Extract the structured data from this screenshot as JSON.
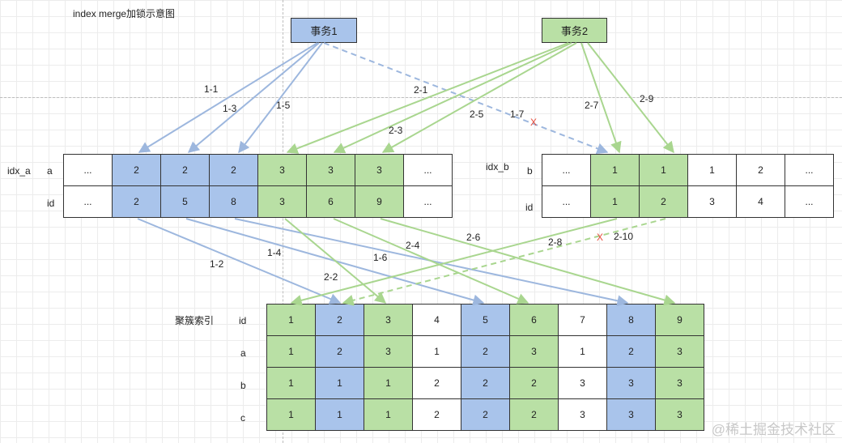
{
  "title": "index merge加锁示意图",
  "tx1": {
    "label": "事务1",
    "color": "#a9c4eb"
  },
  "tx2": {
    "label": "事务2",
    "color": "#b9e0a5"
  },
  "idx_a": {
    "name": "idx_a",
    "row_labels": [
      "a",
      "id"
    ],
    "rows": [
      [
        {
          "v": "...",
          "c": "white"
        },
        {
          "v": "2",
          "c": "blue"
        },
        {
          "v": "2",
          "c": "blue"
        },
        {
          "v": "2",
          "c": "blue"
        },
        {
          "v": "3",
          "c": "green"
        },
        {
          "v": "3",
          "c": "green"
        },
        {
          "v": "3",
          "c": "green"
        },
        {
          "v": "...",
          "c": "white"
        }
      ],
      [
        {
          "v": "...",
          "c": "white"
        },
        {
          "v": "2",
          "c": "blue"
        },
        {
          "v": "5",
          "c": "blue"
        },
        {
          "v": "8",
          "c": "blue"
        },
        {
          "v": "3",
          "c": "green"
        },
        {
          "v": "6",
          "c": "green"
        },
        {
          "v": "9",
          "c": "green"
        },
        {
          "v": "...",
          "c": "white"
        }
      ]
    ]
  },
  "idx_b": {
    "name": "idx_b",
    "row_labels": [
      "b",
      "id"
    ],
    "rows": [
      [
        {
          "v": "...",
          "c": "white"
        },
        {
          "v": "1",
          "c": "green"
        },
        {
          "v": "1",
          "c": "green"
        },
        {
          "v": "1",
          "c": "white"
        },
        {
          "v": "2",
          "c": "white"
        },
        {
          "v": "...",
          "c": "white"
        }
      ],
      [
        {
          "v": "...",
          "c": "white"
        },
        {
          "v": "1",
          "c": "green"
        },
        {
          "v": "2",
          "c": "green"
        },
        {
          "v": "3",
          "c": "white"
        },
        {
          "v": "4",
          "c": "white"
        },
        {
          "v": "...",
          "c": "white"
        }
      ]
    ]
  },
  "clustered": {
    "name": "聚簇索引",
    "row_labels": [
      "id",
      "a",
      "b",
      "c"
    ],
    "col_colors": [
      "green",
      "blue",
      "green",
      "white",
      "blue",
      "green",
      "white",
      "blue",
      "green"
    ],
    "rows": [
      [
        "1",
        "2",
        "3",
        "4",
        "5",
        "6",
        "7",
        "8",
        "9"
      ],
      [
        "1",
        "2",
        "3",
        "1",
        "2",
        "3",
        "1",
        "2",
        "3"
      ],
      [
        "1",
        "1",
        "1",
        "2",
        "2",
        "2",
        "3",
        "3",
        "3"
      ],
      [
        "1",
        "1",
        "1",
        "2",
        "2",
        "2",
        "3",
        "3",
        "3"
      ]
    ]
  },
  "edge_labels": {
    "e1_1": "1-1",
    "e1_3": "1-3",
    "e1_5": "1-5",
    "e1_7": "1-7",
    "e1_2": "1-2",
    "e1_4": "1-4",
    "e1_6": "1-6",
    "e2_1": "2-1",
    "e2_3": "2-3",
    "e2_5": "2-5",
    "e2_7": "2-7",
    "e2_9": "2-9",
    "e2_2": "2-2",
    "e2_4": "2-4",
    "e2_6": "2-6",
    "e2_8": "2-8",
    "e2_10": "2-10"
  },
  "blocked_mark": "X",
  "watermark": "@稀土掘金技术社区",
  "colors": {
    "blue_line": "#9db7de",
    "green_line": "#a9d68f",
    "cross": "#e74c3c"
  }
}
